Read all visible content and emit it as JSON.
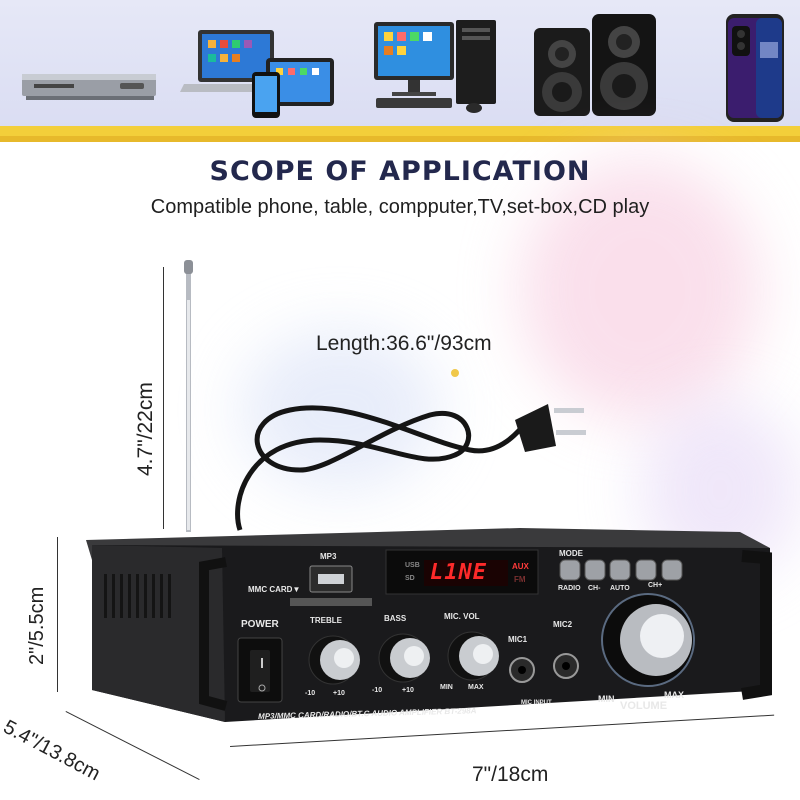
{
  "heading": {
    "title": "SCOPE OF APPLICATION",
    "subtitle": "Compatible phone, table, compputer,TV,set-box,CD play"
  },
  "dimensions": {
    "cable_length": "Length:36.6\"/93cm",
    "antenna_height": "4.7\"/22cm",
    "front_height": "2\"/5.5cm",
    "depth": "5.4\"/13.8cm",
    "width": "7\"/18cm"
  },
  "panel": {
    "mp3": "MP3",
    "mmc_card": "MMC CARD▼",
    "power": "POWER",
    "treble": "TREBLE",
    "bass": "BASS",
    "mic_vol": "MIC. VOL",
    "mic1": "MIC1",
    "mic2": "MIC2",
    "mode": "MODE",
    "radio": "RADIO",
    "ch_minus": "CH-",
    "auto": "AUTO",
    "ch_plus": "CH+",
    "min_minus10_t": "-10",
    "max_plus10_t": "+10",
    "min_minus10_b": "-10",
    "max_plus10_b": "+10",
    "min_mv": "MIN",
    "max_mv": "MAX",
    "mic_input": "MIC INPUT",
    "vol_min": "MIN",
    "vol_max": "MAX",
    "volume": "VOLUME",
    "display": "L1NE",
    "aux": "AUX",
    "fm": "FM",
    "usb": "USB",
    "sd": "SD",
    "model": "MP3/MMC CARD/RADIO/BT.C AUDIO AMPLIFIER BT-298A"
  },
  "colors": {
    "banner": "#e0e3f5",
    "stripe": "#f3cf3a",
    "title": "#23284d",
    "display_red": "#ff2a2a"
  }
}
